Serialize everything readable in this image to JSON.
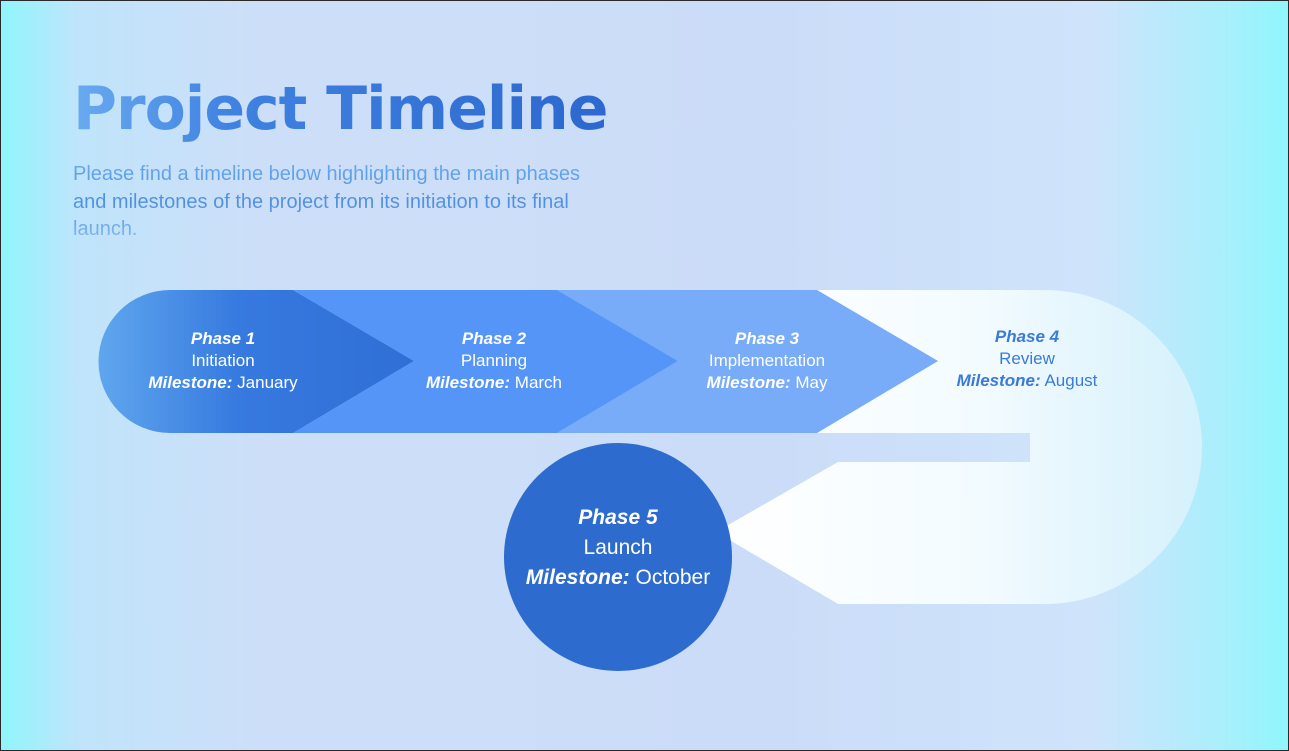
{
  "title": "Project Timeline",
  "subtitle": "Please find a timeline below highlighting the main phases and milestones of the project from its initiation to its final launch.",
  "milestone_label": "Milestone:",
  "phases": [
    {
      "name": "Phase 1",
      "description": "Initiation",
      "milestone": "January"
    },
    {
      "name": "Phase 2",
      "description": "Planning",
      "milestone": "March"
    },
    {
      "name": "Phase 3",
      "description": "Implementation",
      "milestone": "May"
    },
    {
      "name": "Phase 4",
      "description": "Review",
      "milestone": "August"
    },
    {
      "name": "Phase 5",
      "description": "Launch",
      "milestone": "October"
    }
  ],
  "colors": {
    "phase1": "#2f6fd6",
    "phase2": "#5595f8",
    "phase3": "#78abf8",
    "phase4": "#ffffff",
    "phase5": "#2d6bcf"
  }
}
